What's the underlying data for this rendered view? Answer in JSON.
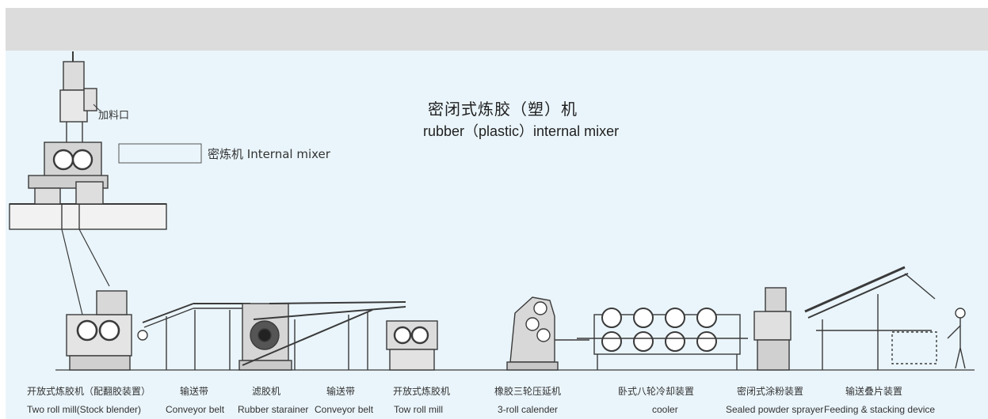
{
  "title": {
    "cn": "密闭式炼胶（塑）机",
    "en": "rubber（plastic）internal mixer"
  },
  "callouts": {
    "feed_port": "加料口",
    "internal_mixer": "密炼机 Internal mixer"
  },
  "stations": [
    {
      "cn": "开放式炼胶机（配翻胶装置）",
      "en": "Two roll mill(Stock blender)"
    },
    {
      "cn": "输送带",
      "en": "Conveyor belt"
    },
    {
      "cn": "滤胶机",
      "en": "Rubber starainer"
    },
    {
      "cn": "输送带",
      "en": "Conveyor belt"
    },
    {
      "cn": "开放式炼胶机",
      "en": "Tow roll mill"
    },
    {
      "cn": "橡胶三轮压延机",
      "en": "3-roll calender"
    },
    {
      "cn": "卧式八轮冷却装置",
      "en": "cooler"
    },
    {
      "cn": "密闭式涂粉装置",
      "en": "Sealed powder sprayer"
    },
    {
      "cn": "输送叠片装置",
      "en": "Feeding & stacking device"
    }
  ],
  "colors": {
    "top_bar": "#dcdcdc",
    "background": "#eaf5fb",
    "line_art": "#3a3a3a"
  }
}
